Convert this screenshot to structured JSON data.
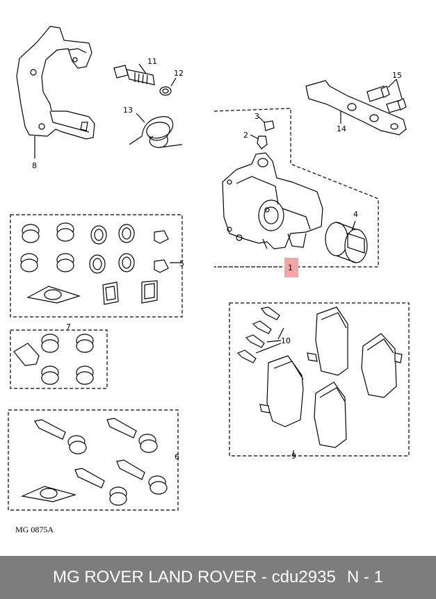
{
  "callouts": {
    "c1": "1",
    "c2": "2",
    "c3": "3",
    "c4": "4",
    "c5": "5",
    "c6": "6",
    "c7": "7",
    "c8": "8",
    "c9": "9",
    "c10": "10",
    "c11": "11",
    "c12": "12",
    "c13": "13",
    "c14": "14",
    "c15": "15"
  },
  "drawing_ref": "MG 0875A",
  "highlight_color": "#f4a6a6",
  "footer": {
    "title": "MG ROVER LAND ROVER - cdu2935",
    "page": "N - 1",
    "background": "#7d7d7d"
  }
}
